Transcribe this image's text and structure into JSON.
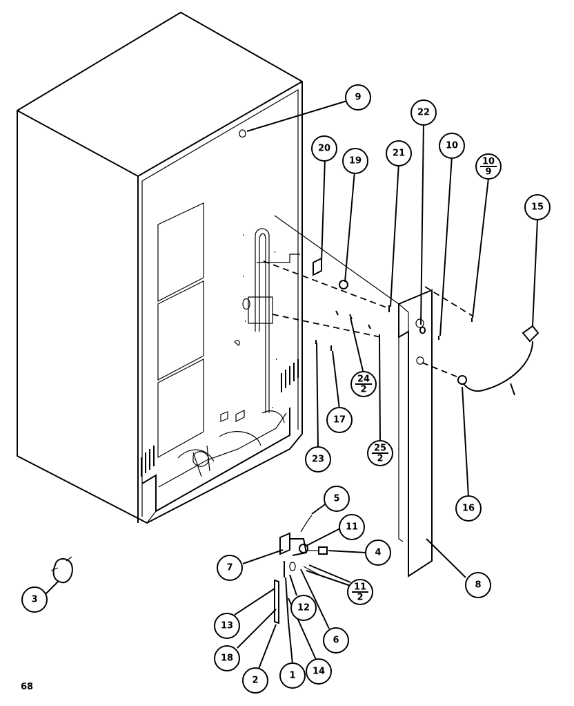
{
  "diagram": {
    "page_number": "68",
    "callouts": [
      {
        "id": "9",
        "top": "9",
        "bottom": ""
      },
      {
        "id": "22",
        "top": "22",
        "bottom": ""
      },
      {
        "id": "20",
        "top": "20",
        "bottom": ""
      },
      {
        "id": "19",
        "top": "19",
        "bottom": ""
      },
      {
        "id": "21",
        "top": "21",
        "bottom": ""
      },
      {
        "id": "10",
        "top": "10",
        "bottom": ""
      },
      {
        "id": "10-9",
        "top": "10",
        "bottom": "9"
      },
      {
        "id": "15",
        "top": "15",
        "bottom": ""
      },
      {
        "id": "24-2",
        "top": "24",
        "bottom": "2"
      },
      {
        "id": "17",
        "top": "17",
        "bottom": ""
      },
      {
        "id": "23",
        "top": "23",
        "bottom": ""
      },
      {
        "id": "25-2",
        "top": "25",
        "bottom": "2"
      },
      {
        "id": "16",
        "top": "16",
        "bottom": ""
      },
      {
        "id": "5",
        "top": "5",
        "bottom": ""
      },
      {
        "id": "11",
        "top": "11",
        "bottom": ""
      },
      {
        "id": "4",
        "top": "4",
        "bottom": ""
      },
      {
        "id": "7",
        "top": "7",
        "bottom": ""
      },
      {
        "id": "11-2",
        "top": "11",
        "bottom": "2"
      },
      {
        "id": "8",
        "top": "8",
        "bottom": ""
      },
      {
        "id": "3",
        "top": "3",
        "bottom": ""
      },
      {
        "id": "13",
        "top": "13",
        "bottom": ""
      },
      {
        "id": "12",
        "top": "12",
        "bottom": ""
      },
      {
        "id": "6",
        "top": "6",
        "bottom": ""
      },
      {
        "id": "18",
        "top": "18",
        "bottom": ""
      },
      {
        "id": "2",
        "top": "2",
        "bottom": ""
      },
      {
        "id": "1",
        "top": "1",
        "bottom": ""
      },
      {
        "id": "14",
        "top": "14",
        "bottom": ""
      }
    ]
  }
}
